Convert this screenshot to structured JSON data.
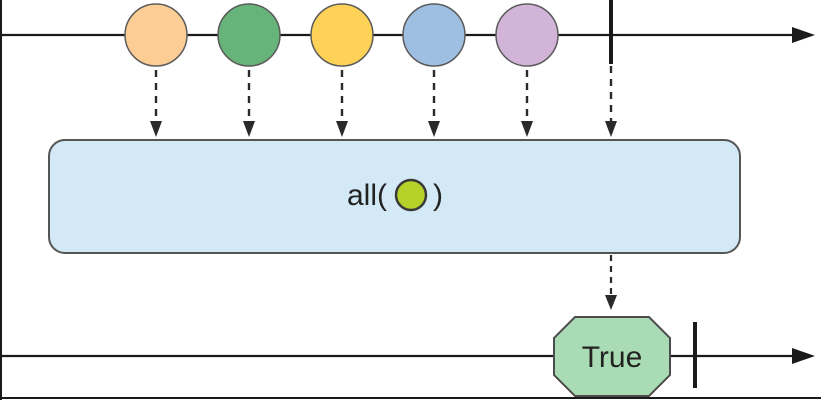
{
  "operator": {
    "prefix": "all(",
    "suffix": ")",
    "box_fill": "#d3e9f5",
    "box_stroke": "#555555",
    "predicate_fill": "#b5d12a",
    "predicate_stroke": "#3a3a3a"
  },
  "input_stream": {
    "marbles": [
      {
        "name": "orange",
        "color": "#fdcd96"
      },
      {
        "name": "green",
        "color": "#67b47a"
      },
      {
        "name": "yellow",
        "color": "#fdd257"
      },
      {
        "name": "blue",
        "color": "#9ebfe1"
      },
      {
        "name": "purple",
        "color": "#d2b4d9"
      }
    ],
    "completed": true
  },
  "output_stream": {
    "result_label": "True",
    "result_fill": "#a9dcb4",
    "result_stroke": "#4c4c4c",
    "completed": true
  },
  "colors": {
    "line": "#1a1a1a",
    "arrow": "#2a2a2a",
    "marble_stroke": "#5a5a5a"
  }
}
